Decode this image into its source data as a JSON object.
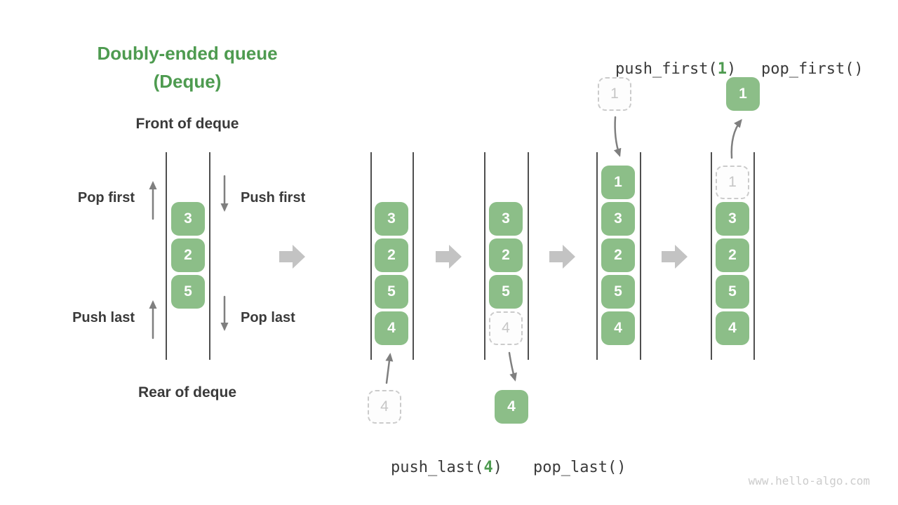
{
  "colors": {
    "box_green": "#8cbe88",
    "title_green": "#4e9b50",
    "code_green": "#4e9b50",
    "dark_text": "#3a3a3a",
    "arrow_gray": "#7f7f7f",
    "big_arrow_gray": "#c3c3c3",
    "rail_gray": "#4f4f4f",
    "dashed_border": "#cbcbcb",
    "dashed_text": "#c6c6c6",
    "dashed_fill": "#fdfdfd",
    "watermark_gray": "#cccccc"
  },
  "title": {
    "line1": "Doubly-ended queue",
    "line2": "(Deque)"
  },
  "front_label": "Front of deque",
  "rear_label": "Rear of deque",
  "side_labels": {
    "pop_first": "Pop first",
    "push_first": "Push first",
    "push_last": "Push last",
    "pop_last": "Pop last"
  },
  "code_labels": {
    "push_first": {
      "prefix": "push_first(",
      "arg": "1",
      "suffix": ")"
    },
    "pop_first": {
      "text": "pop_first()"
    },
    "push_last": {
      "prefix": "push_last(",
      "arg": "4",
      "suffix": ")"
    },
    "pop_last": {
      "text": "pop_last()"
    }
  },
  "columns": [
    {
      "name": "deque-initial",
      "cells": [
        {
          "value": "3"
        },
        {
          "value": "2"
        },
        {
          "value": "5"
        }
      ]
    },
    {
      "name": "deque-push-last",
      "cells": [
        {
          "value": "3"
        },
        {
          "value": "2"
        },
        {
          "value": "5"
        },
        {
          "value": "4"
        }
      ],
      "external": {
        "value": "4"
      }
    },
    {
      "name": "deque-pop-last",
      "cells": [
        {
          "value": "3"
        },
        {
          "value": "2"
        },
        {
          "value": "5"
        },
        {
          "value": "4"
        }
      ],
      "external": {
        "value": "4"
      }
    },
    {
      "name": "deque-push-first",
      "cells": [
        {
          "value": "1"
        },
        {
          "value": "3"
        },
        {
          "value": "2"
        },
        {
          "value": "5"
        },
        {
          "value": "4"
        }
      ],
      "external": {
        "value": "1"
      }
    },
    {
      "name": "deque-pop-first",
      "cells": [
        {
          "value": "1"
        },
        {
          "value": "3"
        },
        {
          "value": "2"
        },
        {
          "value": "5"
        },
        {
          "value": "4"
        }
      ],
      "external": {
        "value": "1"
      }
    }
  ],
  "watermark": "www.hello-algo.com"
}
